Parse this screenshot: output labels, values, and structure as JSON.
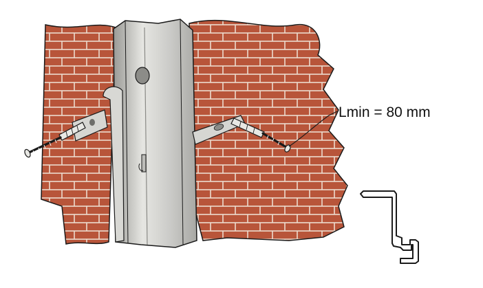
{
  "callout": {
    "label": "Lmin = 80 mm"
  },
  "colors": {
    "brick": "#b8553a",
    "mortar": "#ecdccf",
    "outline": "#1a1a1a",
    "frame": "#c9c9c6",
    "frame_light": "#e6e6e2",
    "frame_dark": "#9a9a96",
    "bracket": "#d6d6d2",
    "hardware": "#e8e8e4"
  },
  "icons": [
    "brick-wall",
    "steel-door-frame",
    "fixing-bracket",
    "wall-plug",
    "screw",
    "frame-profile-section"
  ]
}
